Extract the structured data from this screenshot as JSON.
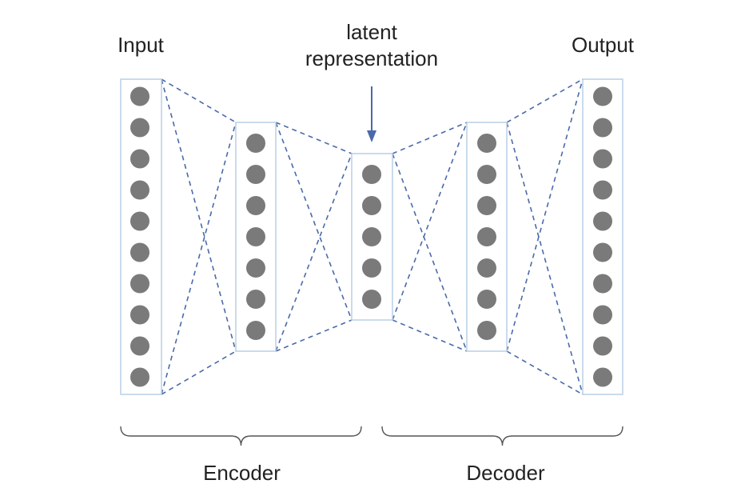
{
  "labels": {
    "input": "Input",
    "output": "Output",
    "latent_line1": "latent",
    "latent_line2": "representation",
    "encoder": "Encoder",
    "decoder": "Decoder"
  },
  "layers": [
    {
      "name": "input",
      "neurons": 10
    },
    {
      "name": "encoder-hidden",
      "neurons": 7
    },
    {
      "name": "latent",
      "neurons": 5
    },
    {
      "name": "decoder-hidden",
      "neurons": 7
    },
    {
      "name": "output",
      "neurons": 10
    }
  ],
  "colors": {
    "neuron": "#7a7a7a",
    "layer_border": "#b9cfe6",
    "connection": "#4a6aa8",
    "arrow": "#4a6aa8",
    "brace": "#555555"
  }
}
